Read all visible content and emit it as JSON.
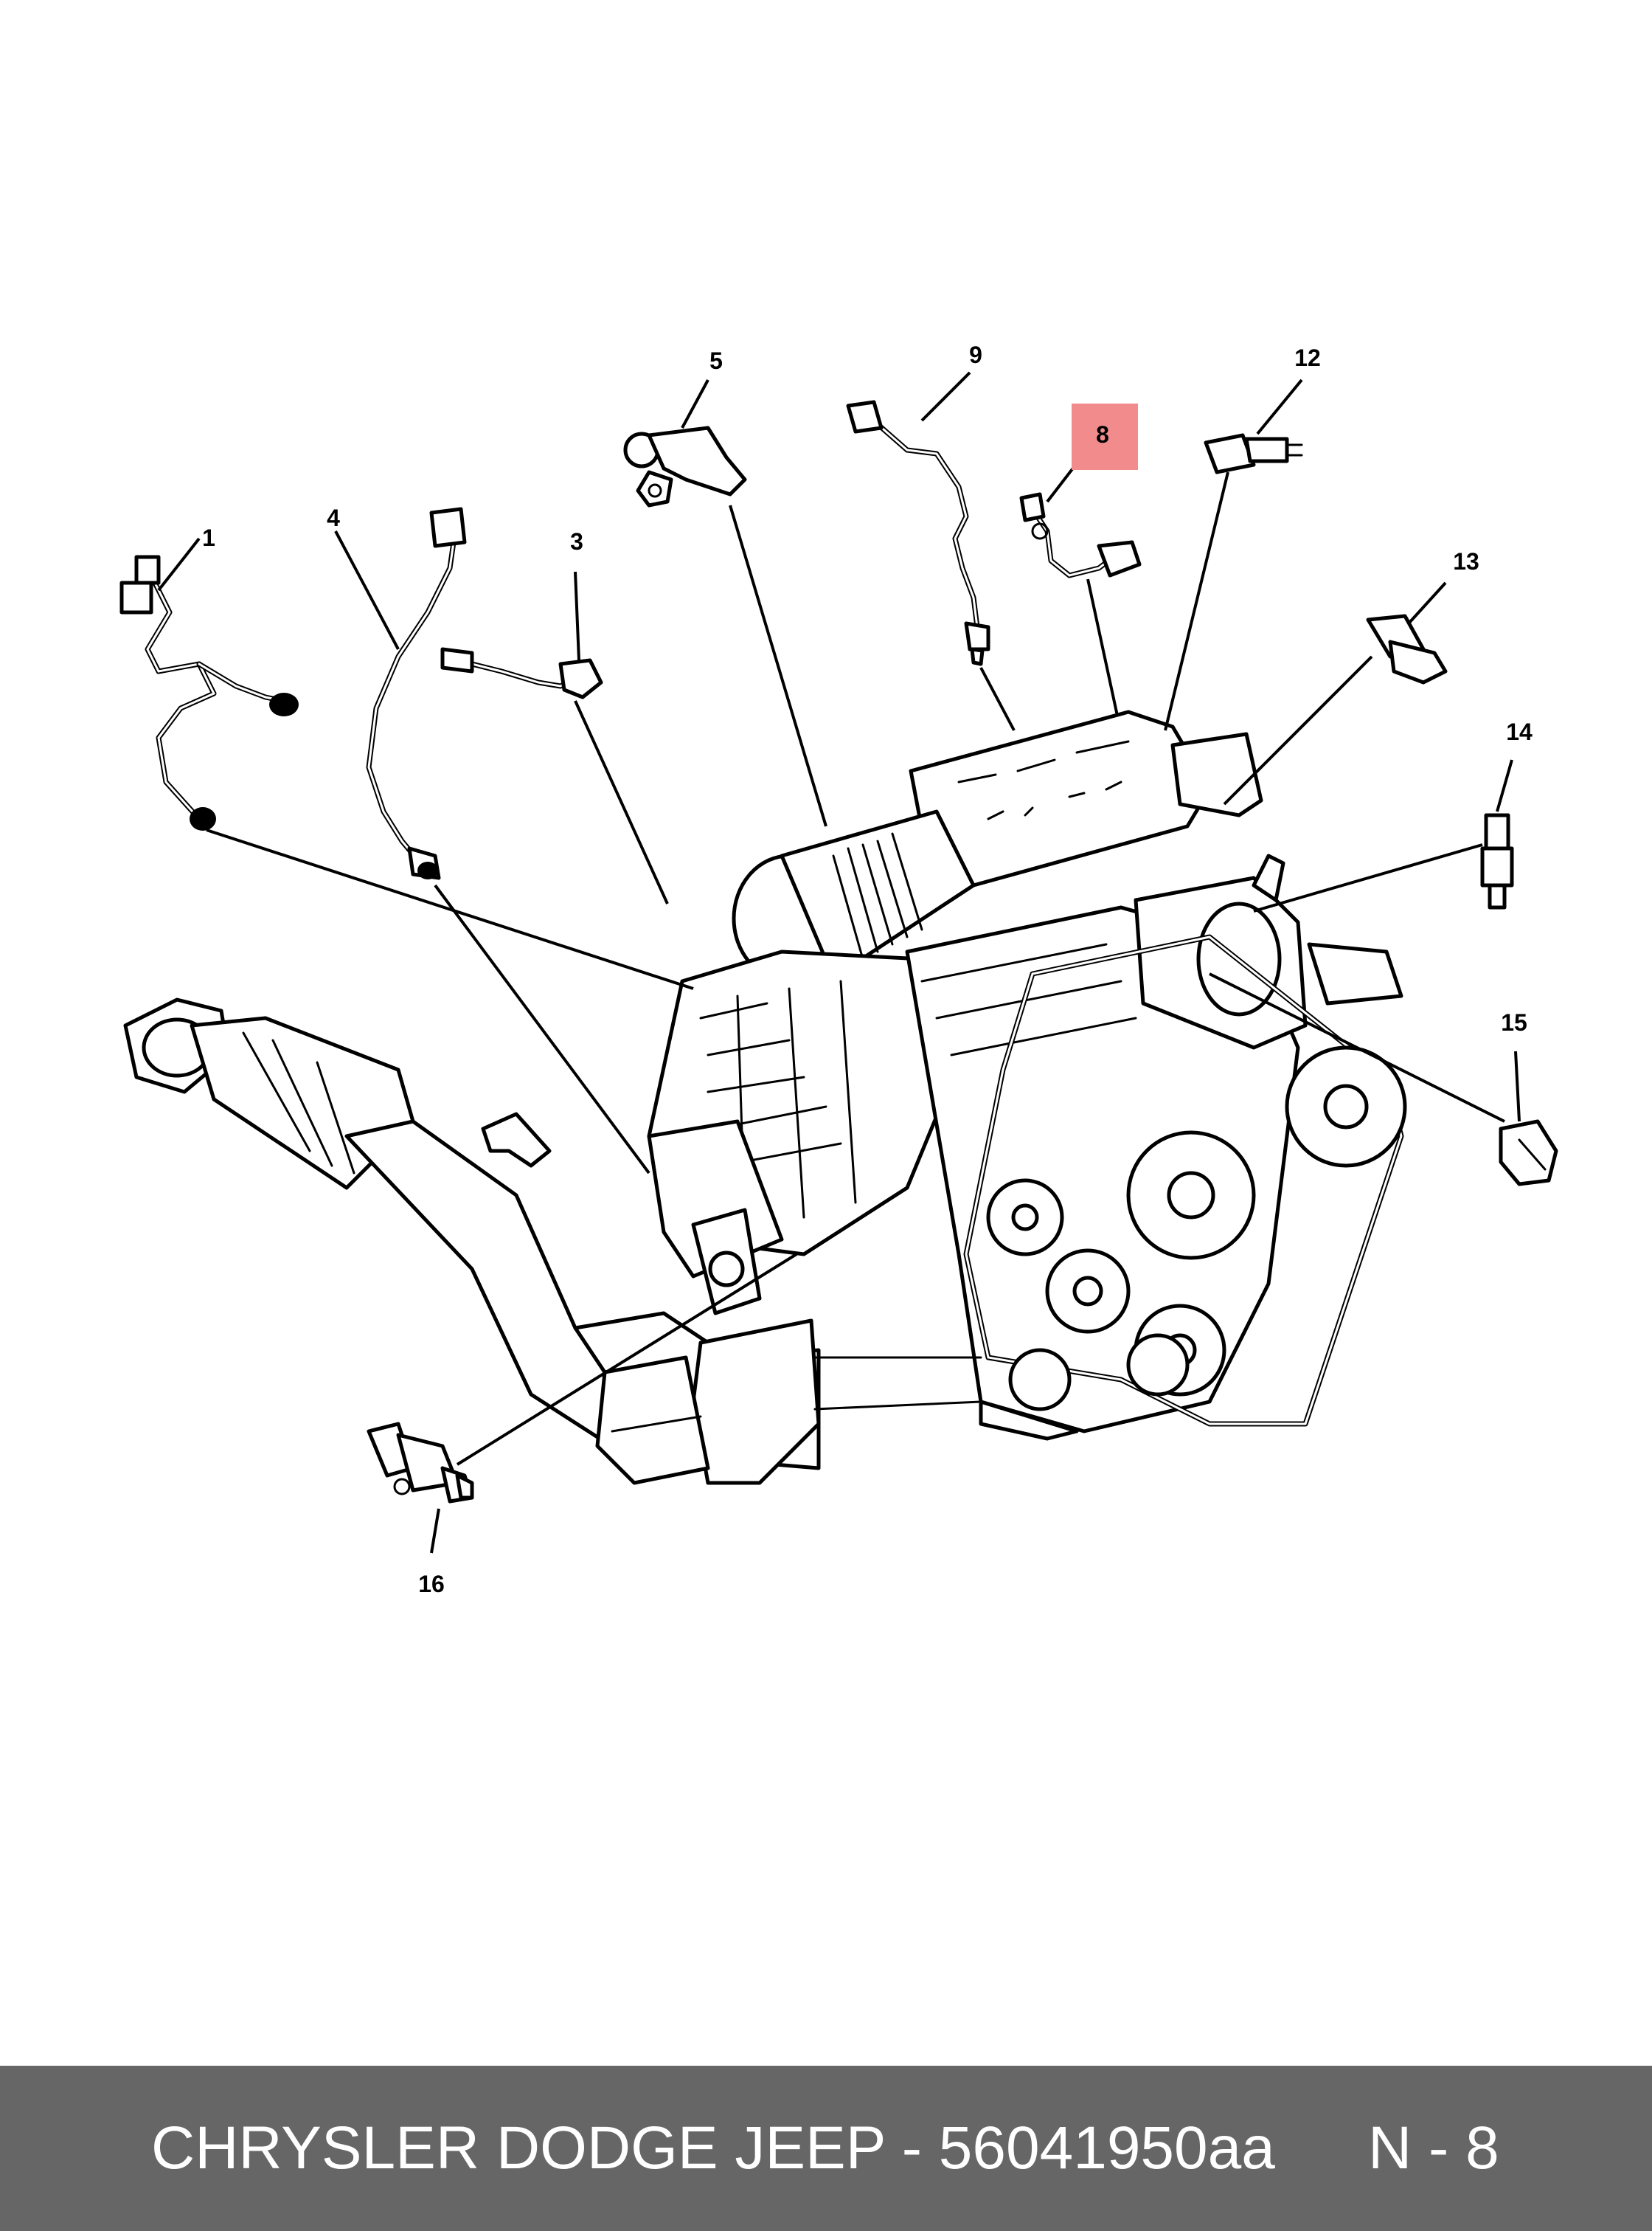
{
  "callouts": {
    "c1": "1",
    "c3": "3",
    "c4": "4",
    "c5": "5",
    "c8": "8",
    "c9": "9",
    "c12": "12",
    "c13": "13",
    "c14": "14",
    "c15": "15",
    "c16": "16"
  },
  "highlight": {
    "callout": "8",
    "color": "#f28c8c"
  },
  "footer": {
    "title": "CHRYSLER DODGE JEEP - 56041950aa",
    "code": "N - 8",
    "background": "#666666",
    "text_color": "#ffffff"
  }
}
